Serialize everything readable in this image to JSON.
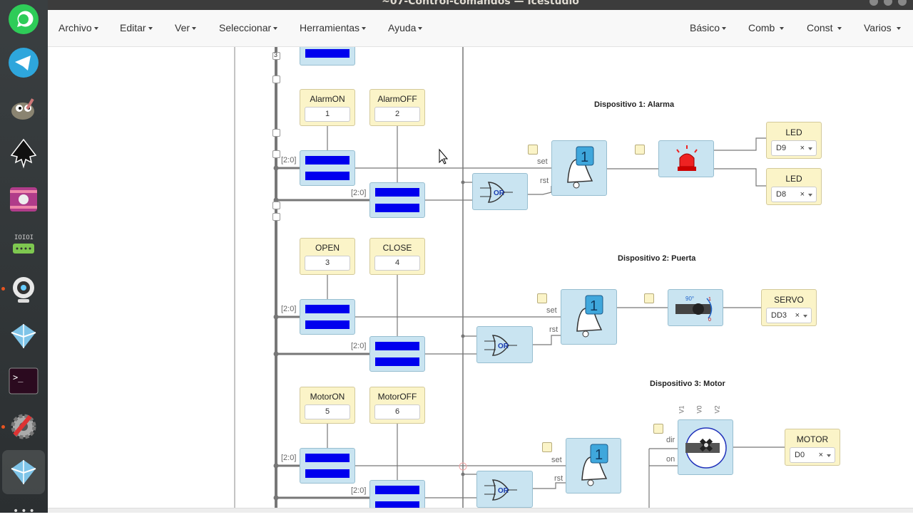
{
  "window": {
    "title": "~07-Control-comandos — Icestudio"
  },
  "menu_left": [
    {
      "label": "Archivo"
    },
    {
      "label": "Editar"
    },
    {
      "label": "Ver"
    },
    {
      "label": "Seleccionar"
    },
    {
      "label": "Herramientas"
    },
    {
      "label": "Ayuda"
    }
  ],
  "menu_right": [
    {
      "label": "Básico"
    },
    {
      "label": "Comb"
    },
    {
      "label": "Const"
    },
    {
      "label": "Varios"
    }
  ],
  "dock": [
    {
      "icon": "whatsapp-icon"
    },
    {
      "icon": "telegram-icon"
    },
    {
      "icon": "gimp-icon"
    },
    {
      "icon": "inkscape-icon"
    },
    {
      "icon": "video-icon"
    },
    {
      "icon": "serial-icon"
    },
    {
      "icon": "webcam-icon"
    },
    {
      "icon": "icestudio-icon"
    },
    {
      "icon": "terminal-icon"
    },
    {
      "icon": "settings-icon"
    },
    {
      "icon": "icestudio-active-icon"
    }
  ],
  "sections": {
    "dev1": "Dispositivo 1: Alarma",
    "dev2": "Dispositivo 2: Puerta",
    "dev3": "Dispositivo 3: Motor"
  },
  "constants": [
    {
      "name": "AlarmON",
      "value": "1"
    },
    {
      "name": "AlarmOFF",
      "value": "2"
    },
    {
      "name": "OPEN",
      "value": "3"
    },
    {
      "name": "CLOSE",
      "value": "4"
    },
    {
      "name": "MotorON",
      "value": "5"
    },
    {
      "name": "MotorOFF",
      "value": "6"
    }
  ],
  "bus_label": "[2:0]",
  "bus_top_label": "3",
  "port_labels": {
    "set": "set",
    "rst": "rst",
    "dir": "dir",
    "on": "on"
  },
  "gate_label": "OR",
  "flipflop_value": "1",
  "outputs": [
    {
      "name": "LED",
      "pin": "D9"
    },
    {
      "name": "LED",
      "pin": "D8"
    },
    {
      "name": "SERVO",
      "pin": "DD3"
    },
    {
      "name": "MOTOR",
      "pin": "D0"
    }
  ],
  "clear_symbol": "×",
  "servo_labels": {
    "deg": "90°",
    "a": "1",
    "b": "0"
  },
  "motor_labels": [
    "V1",
    "V0",
    "V2"
  ],
  "colors": {
    "block": "#c9e4f1",
    "const": "#fbf4c8",
    "bus": "#0000ee",
    "wire": "#777777"
  }
}
